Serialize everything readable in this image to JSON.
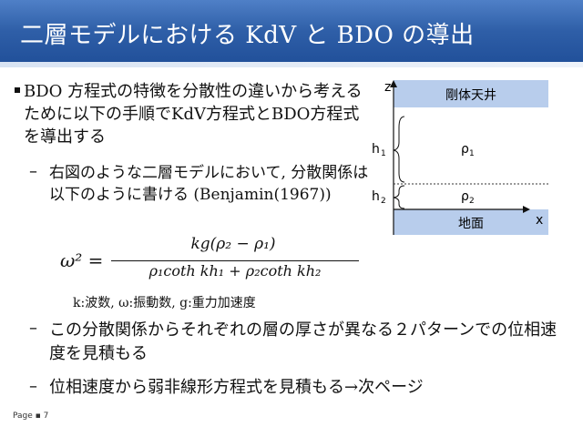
{
  "slide": {
    "title": "二層モデルにおける KdV と BDO の導出"
  },
  "bullets": {
    "main": "BDO 方程式の特徴を分散性の違いから考えるために以下の手順でKdV方程式とBDO方程式を導出する",
    "sub1": "右図のような二層モデルにおいて, 分散関係は以下のように書ける (Benjamin(1967))",
    "sub2": "この分散関係からそれぞれの層の厚さが異なる２パターンでの位相速度を見積もる",
    "sub3": "位相速度から弱非線形方程式を見積もる→次ページ",
    "dash": "–"
  },
  "equation": {
    "lhs": "ω² =",
    "numerator": "kg(ρ₂ − ρ₁)",
    "denominator": "ρ₁coth kh₁ + ρ₂coth kh₂",
    "caption": "k:波数, ω:振動数, g:重力加速度"
  },
  "diagram": {
    "ceiling_label": "剛体天井",
    "floor_label": "地面",
    "z_label": "z",
    "x_label": "x",
    "h1_label": "h",
    "h1_sub": "1",
    "h2_label": "h",
    "h2_sub": "2",
    "rho1_label": "ρ",
    "rho1_sub": "1",
    "rho2_label": "ρ",
    "rho2_sub": "2",
    "fill_color": "#b8cdec"
  },
  "footer": {
    "page_label": "Page ▪ 7"
  }
}
